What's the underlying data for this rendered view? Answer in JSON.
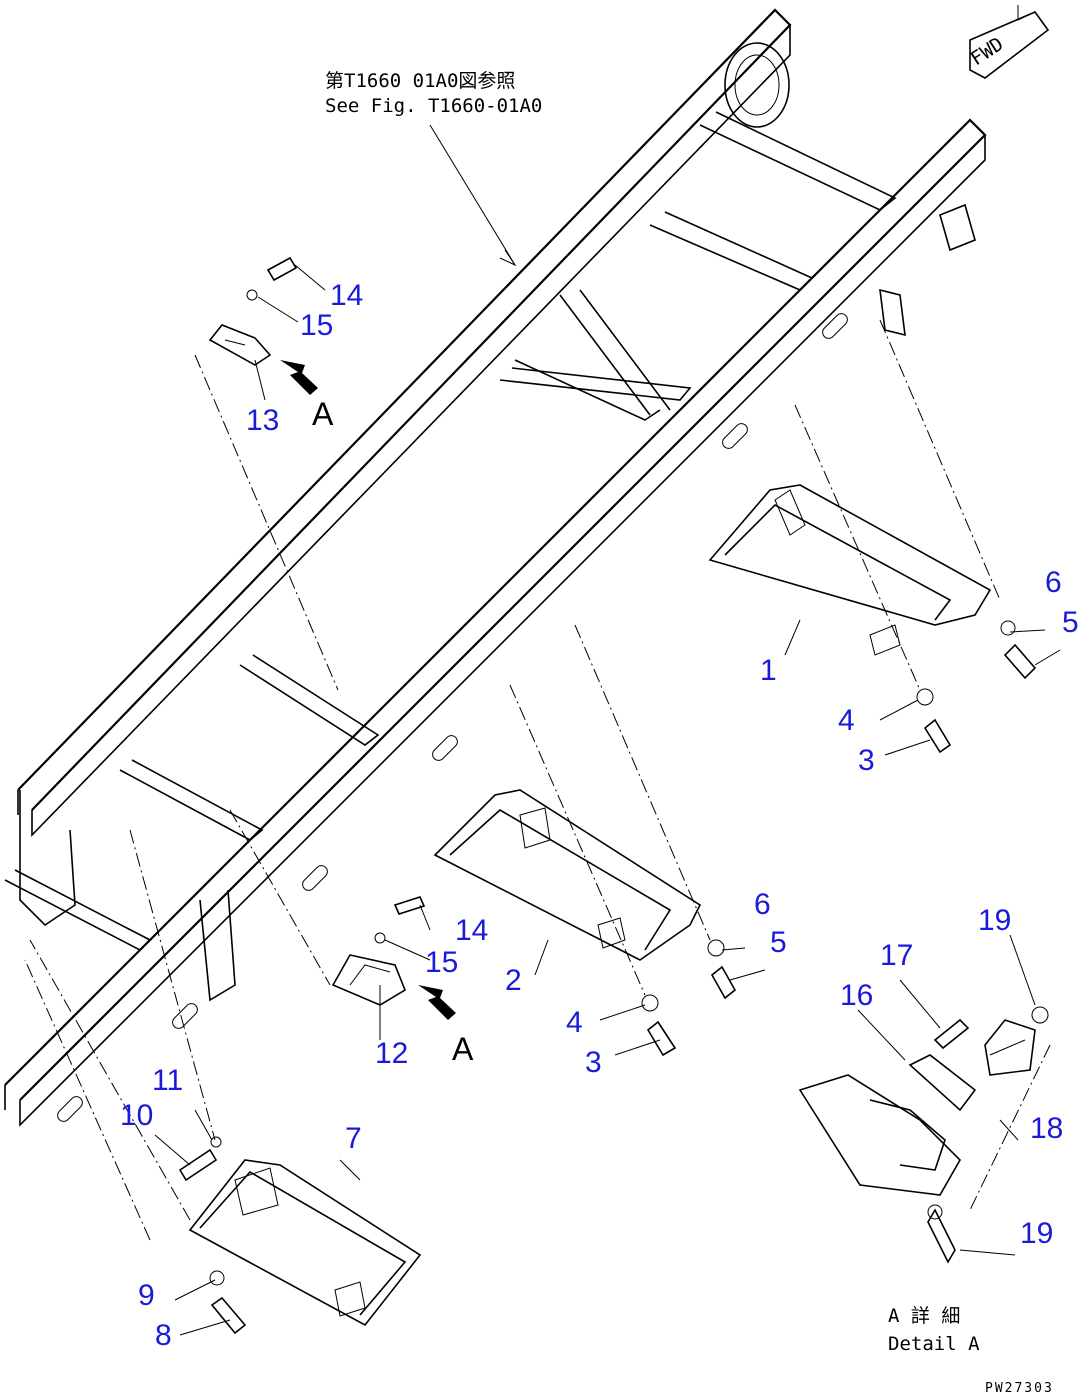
{
  "reference": {
    "line_jp": "第T1660 01A0図参照",
    "line_en": "See Fig. T1660-01A0"
  },
  "fwd_label": "FWD",
  "view_letter": "A",
  "detail": {
    "line_jp": "A 詳 細",
    "line_en": "Detail A"
  },
  "drawing_code": "PW27303",
  "callouts": {
    "n1": "1",
    "n2": "2",
    "n3a": "3",
    "n3b": "3",
    "n4a": "4",
    "n4b": "4",
    "n5a": "5",
    "n5b": "5",
    "n6a": "6",
    "n6b": "6",
    "n7": "7",
    "n8": "8",
    "n9": "9",
    "n10": "10",
    "n11": "11",
    "n12": "12",
    "n13": "13",
    "n14a": "14",
    "n14b": "14",
    "n15a": "15",
    "n15b": "15",
    "n16": "16",
    "n17": "17",
    "n18": "18",
    "n19a": "19",
    "n19b": "19"
  },
  "colors": {
    "callout": "#1a1adb",
    "line": "#000000"
  }
}
